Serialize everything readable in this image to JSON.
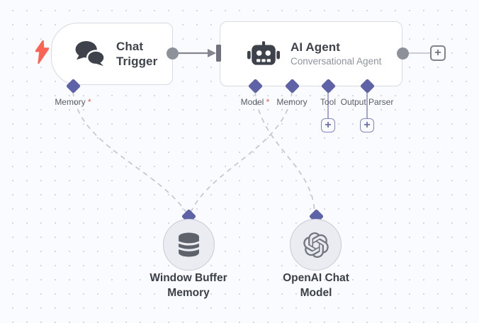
{
  "workflow": {
    "nodes": {
      "chat_trigger": {
        "title": "Chat Trigger",
        "icon": "chat-bubbles",
        "ports": [
          {
            "label": "Memory",
            "required_mark": " *"
          }
        ]
      },
      "ai_agent": {
        "title": "AI Agent",
        "subtitle": "Conversational Agent",
        "icon": "robot",
        "ports": [
          {
            "label": "Model",
            "required_mark": " *"
          },
          {
            "label": "Memory",
            "required_mark": ""
          },
          {
            "label": "Tool",
            "required_mark": ""
          },
          {
            "label": "Output Parser",
            "required_mark": ""
          }
        ]
      },
      "window_buffer_memory": {
        "label": "Window Buffer Memory",
        "icon": "database"
      },
      "openai_chat_model": {
        "label": "OpenAI Chat Model",
        "icon": "openai-logo"
      }
    },
    "actions": {
      "add_node_plus": "+"
    },
    "connections": [
      {
        "from": "Chat Trigger / Memory",
        "to": "Window Buffer Memory",
        "style": "dashed"
      },
      {
        "from": "AI Agent / Memory",
        "to": "Window Buffer Memory",
        "style": "dashed"
      },
      {
        "from": "AI Agent / Model",
        "to": "OpenAI Chat Model",
        "style": "dashed"
      },
      {
        "from": "Chat Trigger / main",
        "to": "AI Agent / main",
        "style": "solid-arrow"
      }
    ],
    "colors": {
      "accent_purple": "#5d63a6",
      "required_red": "#e8554e",
      "trigger_bolt": "#fb6354",
      "wire_gray": "#c6c9d4",
      "node_border": "#d8dae3",
      "canvas_bg": "#fafbfe"
    }
  }
}
